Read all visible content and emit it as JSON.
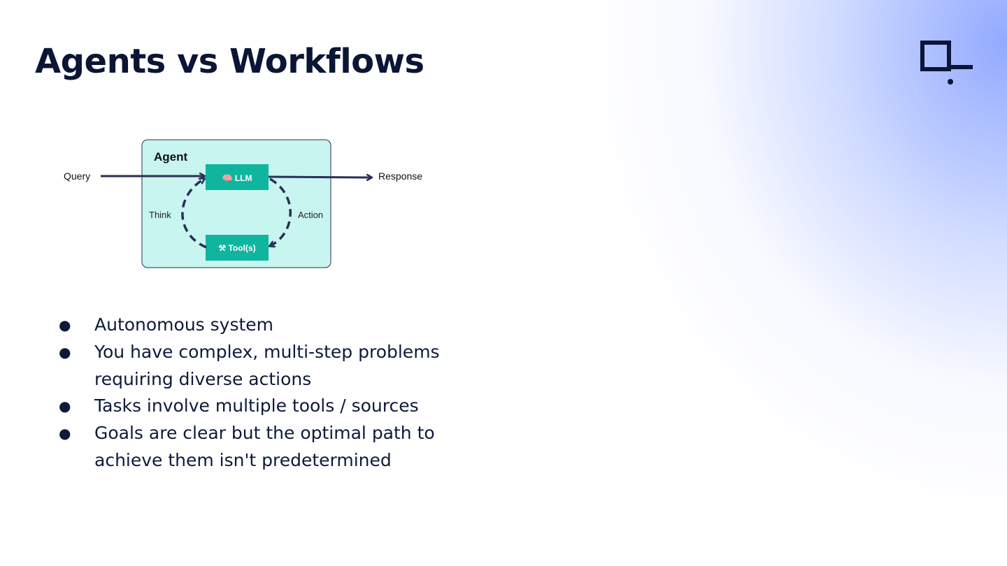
{
  "slide": {
    "title": "Agents vs Workflows"
  },
  "diagram": {
    "box_label": "Agent",
    "llm_label": "🧠 LLM",
    "tools_label": "⚒ Tool(s)",
    "input_label": "Query",
    "output_label": "Response",
    "left_arc_label": "Think",
    "right_arc_label": "Action",
    "colors": {
      "box_fill": "#c8f5ef",
      "node_fill": "#10b5a0",
      "arrow": "#2a2f55"
    }
  },
  "bullets": [
    "Autonomous system",
    "You have complex, multi-step problems requiring diverse actions",
    "Tasks involve multiple tools / sources",
    "Goals are clear but the optimal path to achieve them isn't predetermined"
  ],
  "bullet_symbol": "●"
}
